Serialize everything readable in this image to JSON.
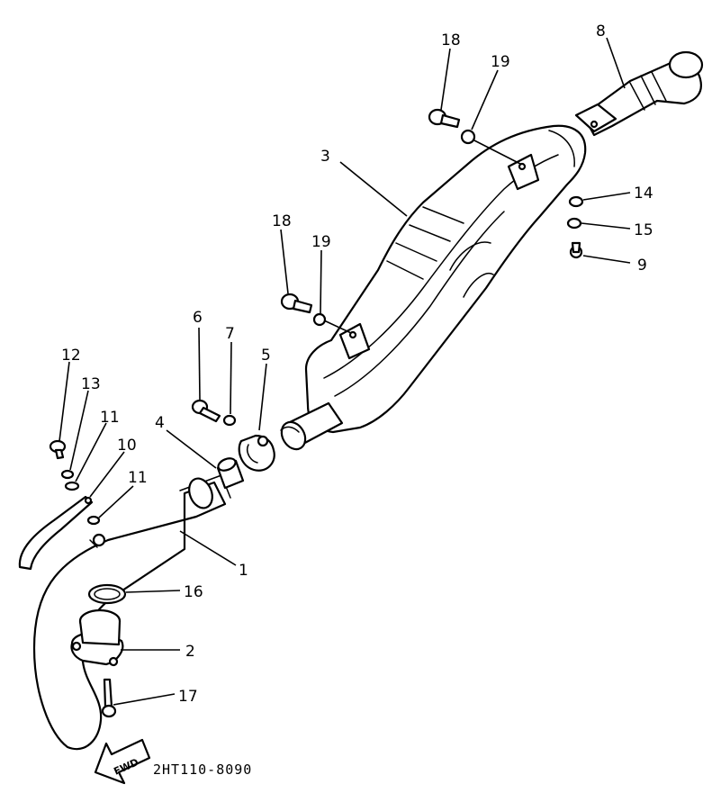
{
  "diagram_code": "2HT110-8090",
  "direction_label": "FWD",
  "callouts": [
    {
      "id": "c1",
      "text": "1"
    },
    {
      "id": "c2",
      "text": "2"
    },
    {
      "id": "c3",
      "text": "3"
    },
    {
      "id": "c4",
      "text": "4"
    },
    {
      "id": "c5",
      "text": "5"
    },
    {
      "id": "c6",
      "text": "6"
    },
    {
      "id": "c7",
      "text": "7"
    },
    {
      "id": "c8",
      "text": "8"
    },
    {
      "id": "c9",
      "text": "9"
    },
    {
      "id": "c10",
      "text": "10"
    },
    {
      "id": "c11a",
      "text": "11"
    },
    {
      "id": "c11b",
      "text": "11"
    },
    {
      "id": "c12",
      "text": "12"
    },
    {
      "id": "c13",
      "text": "13"
    },
    {
      "id": "c14",
      "text": "14"
    },
    {
      "id": "c15",
      "text": "15"
    },
    {
      "id": "c16",
      "text": "16"
    },
    {
      "id": "c17",
      "text": "17"
    },
    {
      "id": "c18a",
      "text": "18"
    },
    {
      "id": "c18b",
      "text": "18"
    },
    {
      "id": "c19a",
      "text": "19"
    },
    {
      "id": "c19b",
      "text": "19"
    }
  ]
}
